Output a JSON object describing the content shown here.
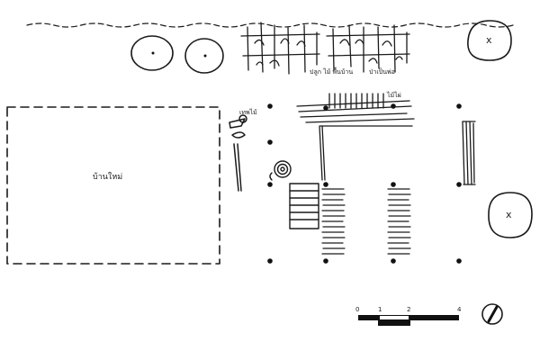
{
  "drawing": {
    "type": "hand-drawn site plan sketch",
    "ink_color": "#1a1a1a",
    "paper_color": "#ffffff"
  },
  "labels": {
    "new_house": "บ้านใหม่",
    "small_structure": "เทพไม้",
    "garden_note_1": "ปลูก ไม้ พื้นบ้าน",
    "garden_note_2": "ป่าเป็นพ่อ",
    "roof_note": "ไม้ไผ่"
  },
  "trees": [
    {
      "name": "tree-top-left-1",
      "mark": "·"
    },
    {
      "name": "tree-top-left-2",
      "mark": "·"
    },
    {
      "name": "tree-top-right",
      "mark": "x"
    },
    {
      "name": "tree-right",
      "mark": "x"
    }
  ],
  "scale_bar": {
    "ticks": [
      "0",
      "1",
      "2",
      "4"
    ]
  },
  "north_arrow": {
    "icon": "north-arrow-icon"
  }
}
